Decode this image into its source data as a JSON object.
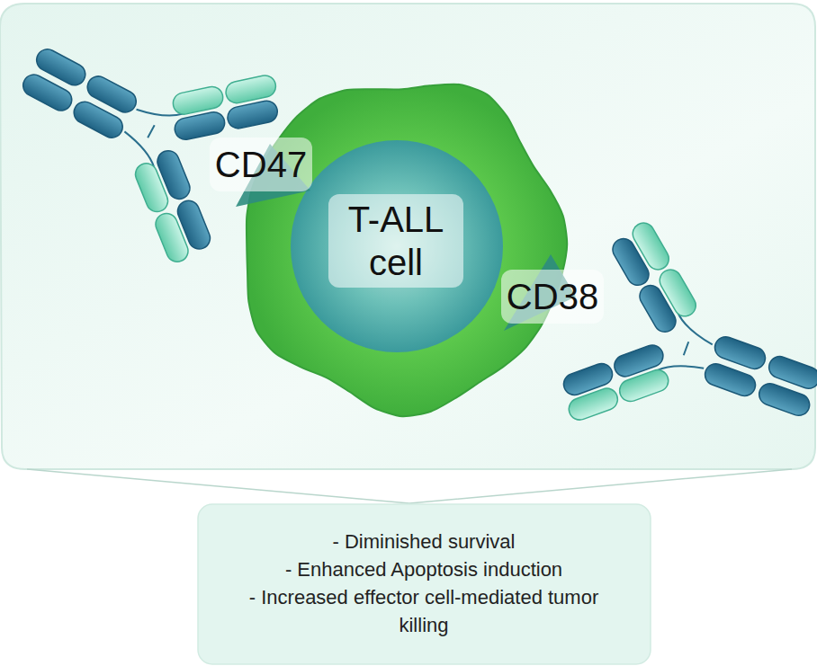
{
  "diagram": {
    "nodes": [
      {
        "text": [
          "T-ALL cell"
        ]
      },
      {
        "text": [
          "CD47"
        ]
      },
      {
        "text": [
          "CD38"
        ]
      },
      {
        "text": [
          "- Diminished survival",
          "- Enhanced Apoptosis induction",
          "- Increased effector cell-mediated tumor killing"
        ]
      }
    ]
  }
}
